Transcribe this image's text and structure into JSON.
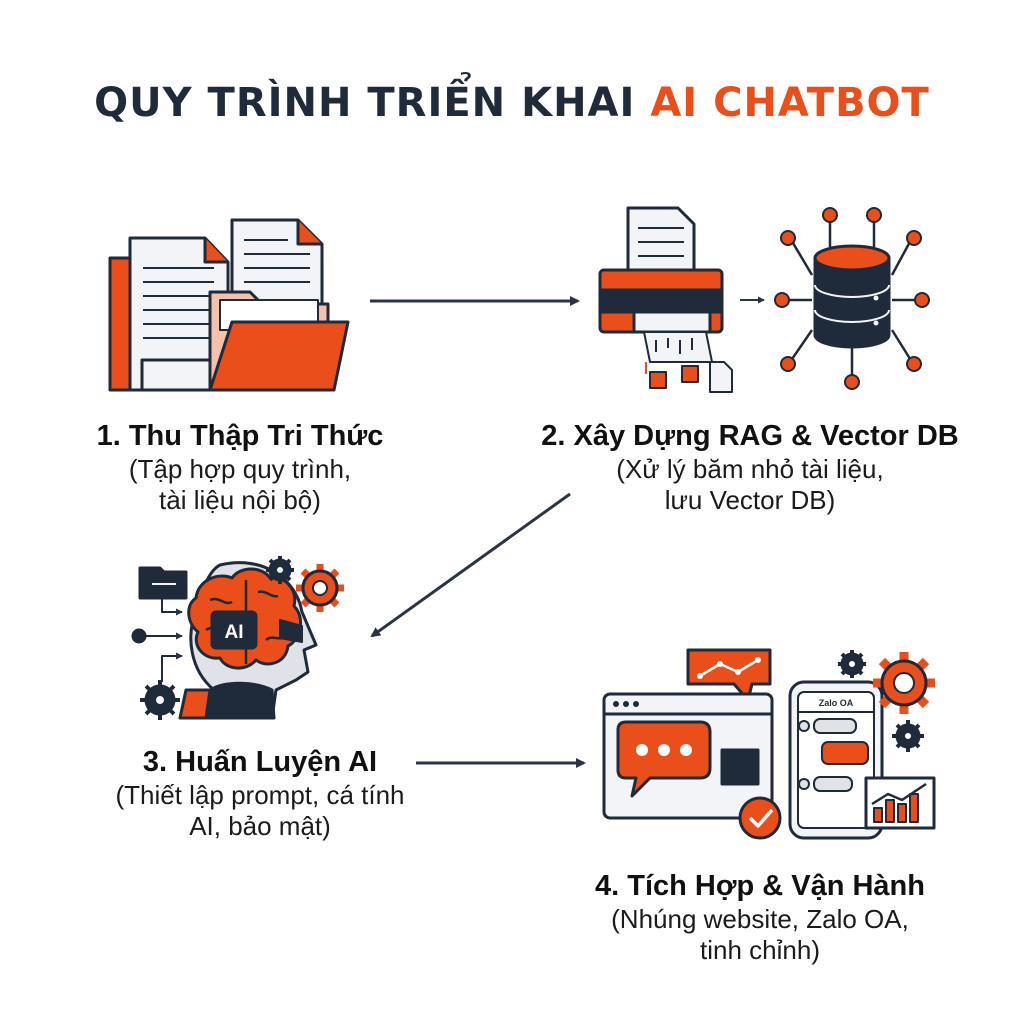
{
  "title": {
    "main": "QUY TRÌNH TRIỂN KHAI",
    "accent": "AI CHATBOT"
  },
  "colors": {
    "navy": "#1f2a3a",
    "orange": "#e94e1b",
    "paper": "#f2f4f7",
    "line": "#2a3444"
  },
  "steps": [
    {
      "title": "1. Thu Thập Tri Thức",
      "desc1": "(Tập hợp quy trình,",
      "desc2": "tài liệu nội bộ)",
      "icon": "documents-folder-icon"
    },
    {
      "title": "2. Xây Dựng RAG & Vector DB",
      "desc1": "(Xử lý băm nhỏ tài liệu,",
      "desc2": "lưu Vector DB)",
      "icon": "shredder-database-icon"
    },
    {
      "title": "3. Huấn Luyện AI",
      "desc1": "(Thiết lập prompt, cá tính",
      "desc2": "AI, bảo mật)",
      "icon": "ai-brain-head-icon"
    },
    {
      "title": "4. Tích Hợp & Vận Hành",
      "desc1": "(Nhúng website, Zalo OA,",
      "desc2": "tinh chỉnh)",
      "icon": "website-phone-integration-icon"
    }
  ],
  "labels": {
    "ai_chip": "AI",
    "phone_header": "Zalo OA"
  }
}
